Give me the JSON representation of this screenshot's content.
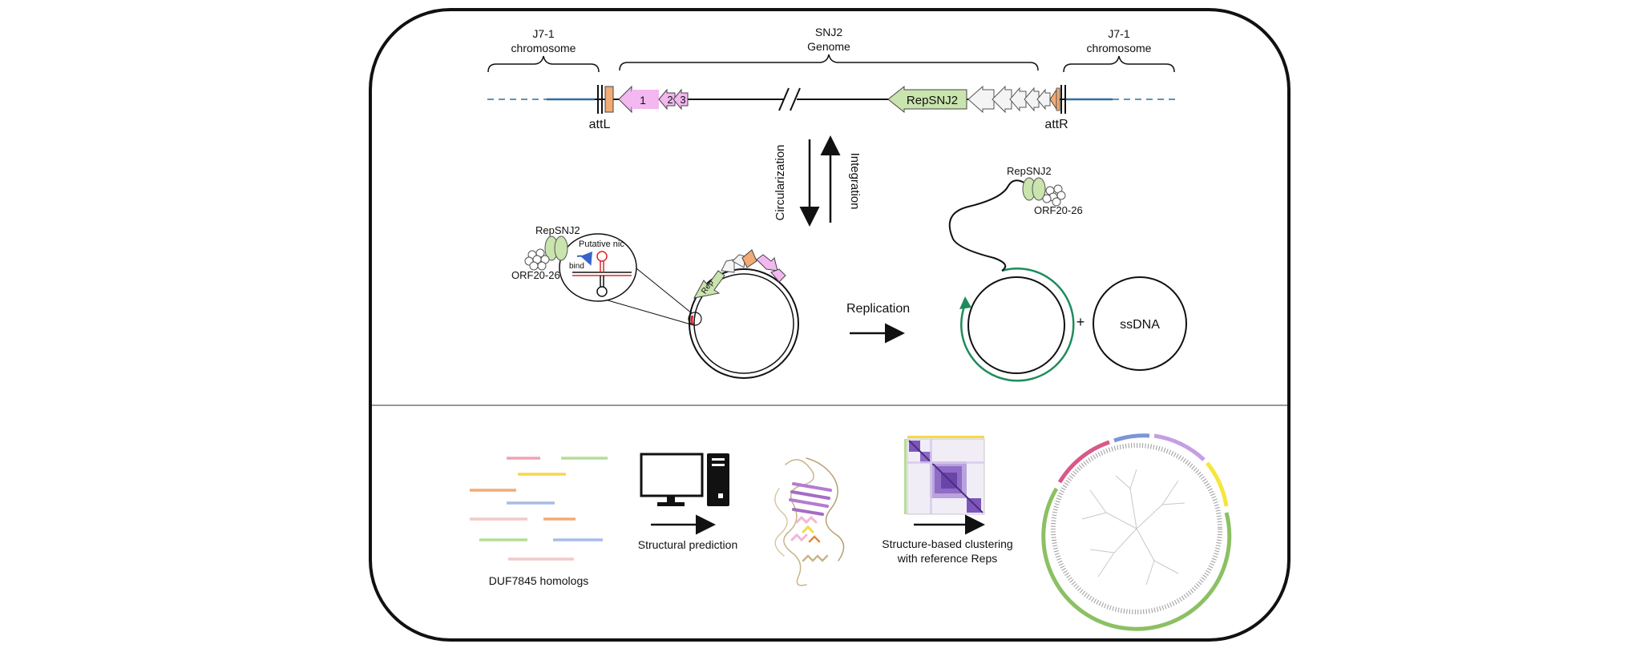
{
  "genome_map": {
    "left_host": {
      "line1": "J7-1",
      "line2": "chromosome"
    },
    "phage": {
      "line1": "SNJ2",
      "line2": "Genome"
    },
    "right_host": {
      "line1": "J7-1",
      "line2": "chromosome"
    },
    "att_left": "attL",
    "att_right": "attR",
    "genes": [
      "1",
      "2",
      "3"
    ],
    "rep_gene": "RepSNJ2"
  },
  "transitions": {
    "down": "Circularization",
    "up": "Integration"
  },
  "circular_form": {
    "rep_protein": "RepSNJ2",
    "orf_cluster": "ORF20-26",
    "nic_label": "Putative nic",
    "bind_label": "bind",
    "rep_gene_short": "Rep"
  },
  "replication": {
    "label": "Replication",
    "rep_protein": "RepSNJ2",
    "orf_cluster": "ORF20-26",
    "plus": "+",
    "product": "ssDNA"
  },
  "pipeline": {
    "step1": "DUF7845 homologs",
    "step2": "Structural prediction",
    "step3_line1": "Structure-based clustering",
    "step3_line2": "with reference Reps"
  },
  "colors": {
    "gene_pink": "#f3b8f0",
    "rep_green": "#c9e4ad",
    "att_orange": "#f2ab74",
    "chromosome_blue": "#2f6f9e",
    "replication_green": "#1e8c5a",
    "cluster_purple": "#7d57b8"
  }
}
